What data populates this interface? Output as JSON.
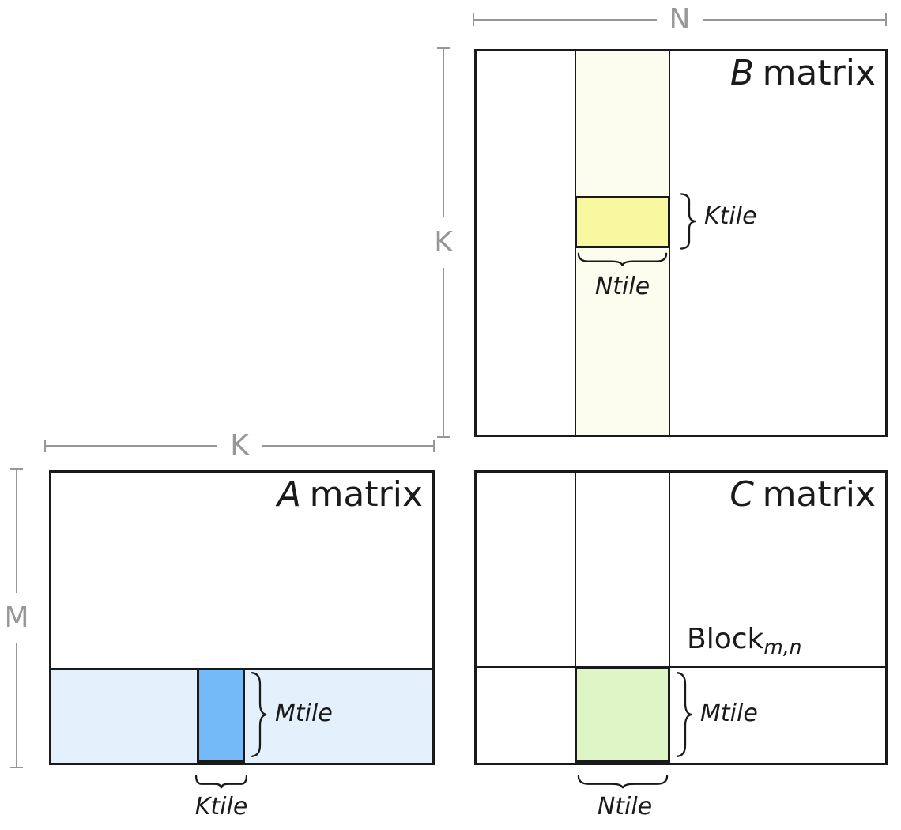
{
  "figure": {
    "dimensions": {
      "n_label": "N",
      "k_vertical_label": "K",
      "k_horizontal_label": "K",
      "m_label": "M"
    },
    "matrix_b": {
      "name_letter": "B",
      "name_word": "matrix",
      "ktile_label": "Ktile",
      "ntile_label": "Ntile"
    },
    "matrix_a": {
      "name_letter": "A",
      "name_word": "matrix",
      "mtile_label": "Mtile",
      "ktile_label": "Ktile"
    },
    "matrix_c": {
      "name_letter": "C",
      "name_word": "matrix",
      "block_label": "Block",
      "block_subscript": "m,n",
      "mtile_label": "Mtile",
      "ntile_label": "Ntile"
    },
    "colors": {
      "stroke": "#1a1a1a",
      "dim-gray": "#979797",
      "band-ivory": "#fdfdef",
      "tile-yellow": "#f8f8a0",
      "band-blue": "#e4f1fd",
      "tile-blue": "#74baf8",
      "tile-green": "#def5c6"
    }
  }
}
